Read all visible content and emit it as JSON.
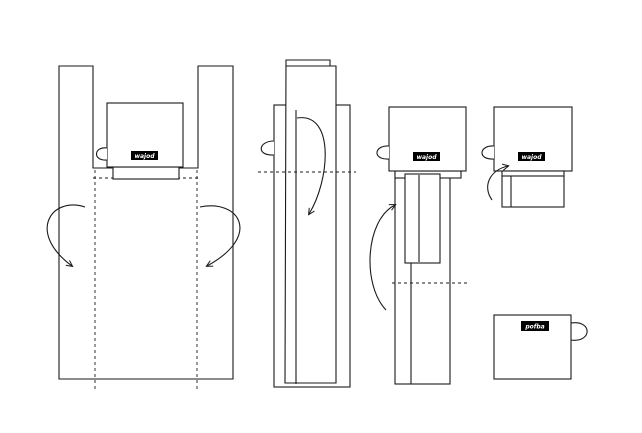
{
  "logo": {
    "step1": "wajod",
    "step3": "wajod",
    "step4": "wajod",
    "step5": "pofba"
  },
  "colors": {
    "line": "#1a1a1a",
    "label_bg": "#000000",
    "label_fg": "#ffffff",
    "background": "#ffffff"
  }
}
